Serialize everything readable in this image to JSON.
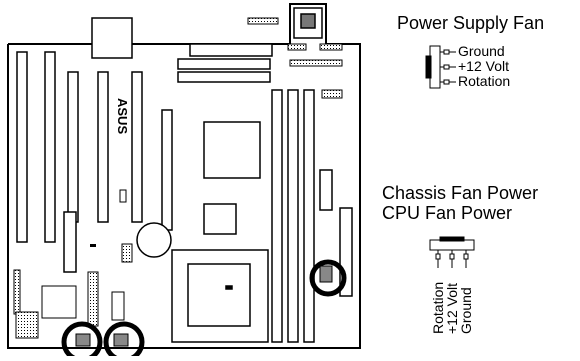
{
  "power_supply_fan": {
    "title": "Power Supply Fan",
    "pins": [
      "Ground",
      "+12 Volt",
      "Rotation"
    ]
  },
  "chassis_cpu_fan": {
    "title_line1": "Chassis Fan Power",
    "title_line2": "CPU Fan Power",
    "pins": [
      "Rotation",
      "+12 Volt",
      "Ground"
    ]
  },
  "board": {
    "logo_text": "ASUS",
    "highlighted_connectors": 3
  }
}
